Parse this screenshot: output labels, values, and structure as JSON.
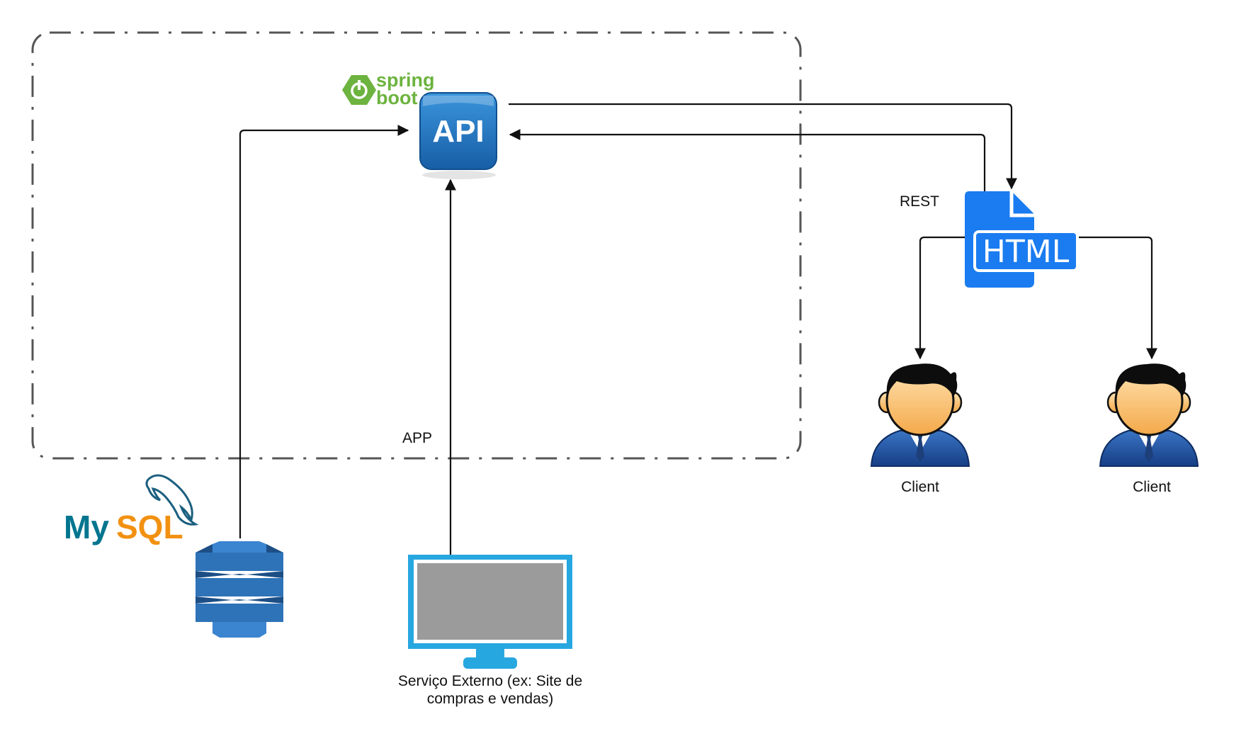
{
  "diagram": {
    "api_label": "API",
    "spring_word": "spring",
    "boot_word": "boot",
    "mysql_my": "My",
    "mysql_sql": "SQL",
    "html_label": "HTML",
    "rest_label": "REST",
    "app_label": "APP",
    "clients": [
      {
        "label": "Client"
      },
      {
        "label": "Client"
      }
    ],
    "external_service": {
      "line1": "Serviço Externo (ex: Site de",
      "line2": "compras e vendas)"
    }
  },
  "colors": {
    "spring_green": "#6db33f",
    "api_blue": "#1e6fb8",
    "html_blue": "#1a7cf0",
    "mysql_blue": "#00758f",
    "mysql_orange": "#f29111",
    "dynamo_blue": "#2e73b8",
    "monitor_blue": "#27a7e0",
    "monitor_screen": "#9b9b9b",
    "boundary": "#555555"
  }
}
